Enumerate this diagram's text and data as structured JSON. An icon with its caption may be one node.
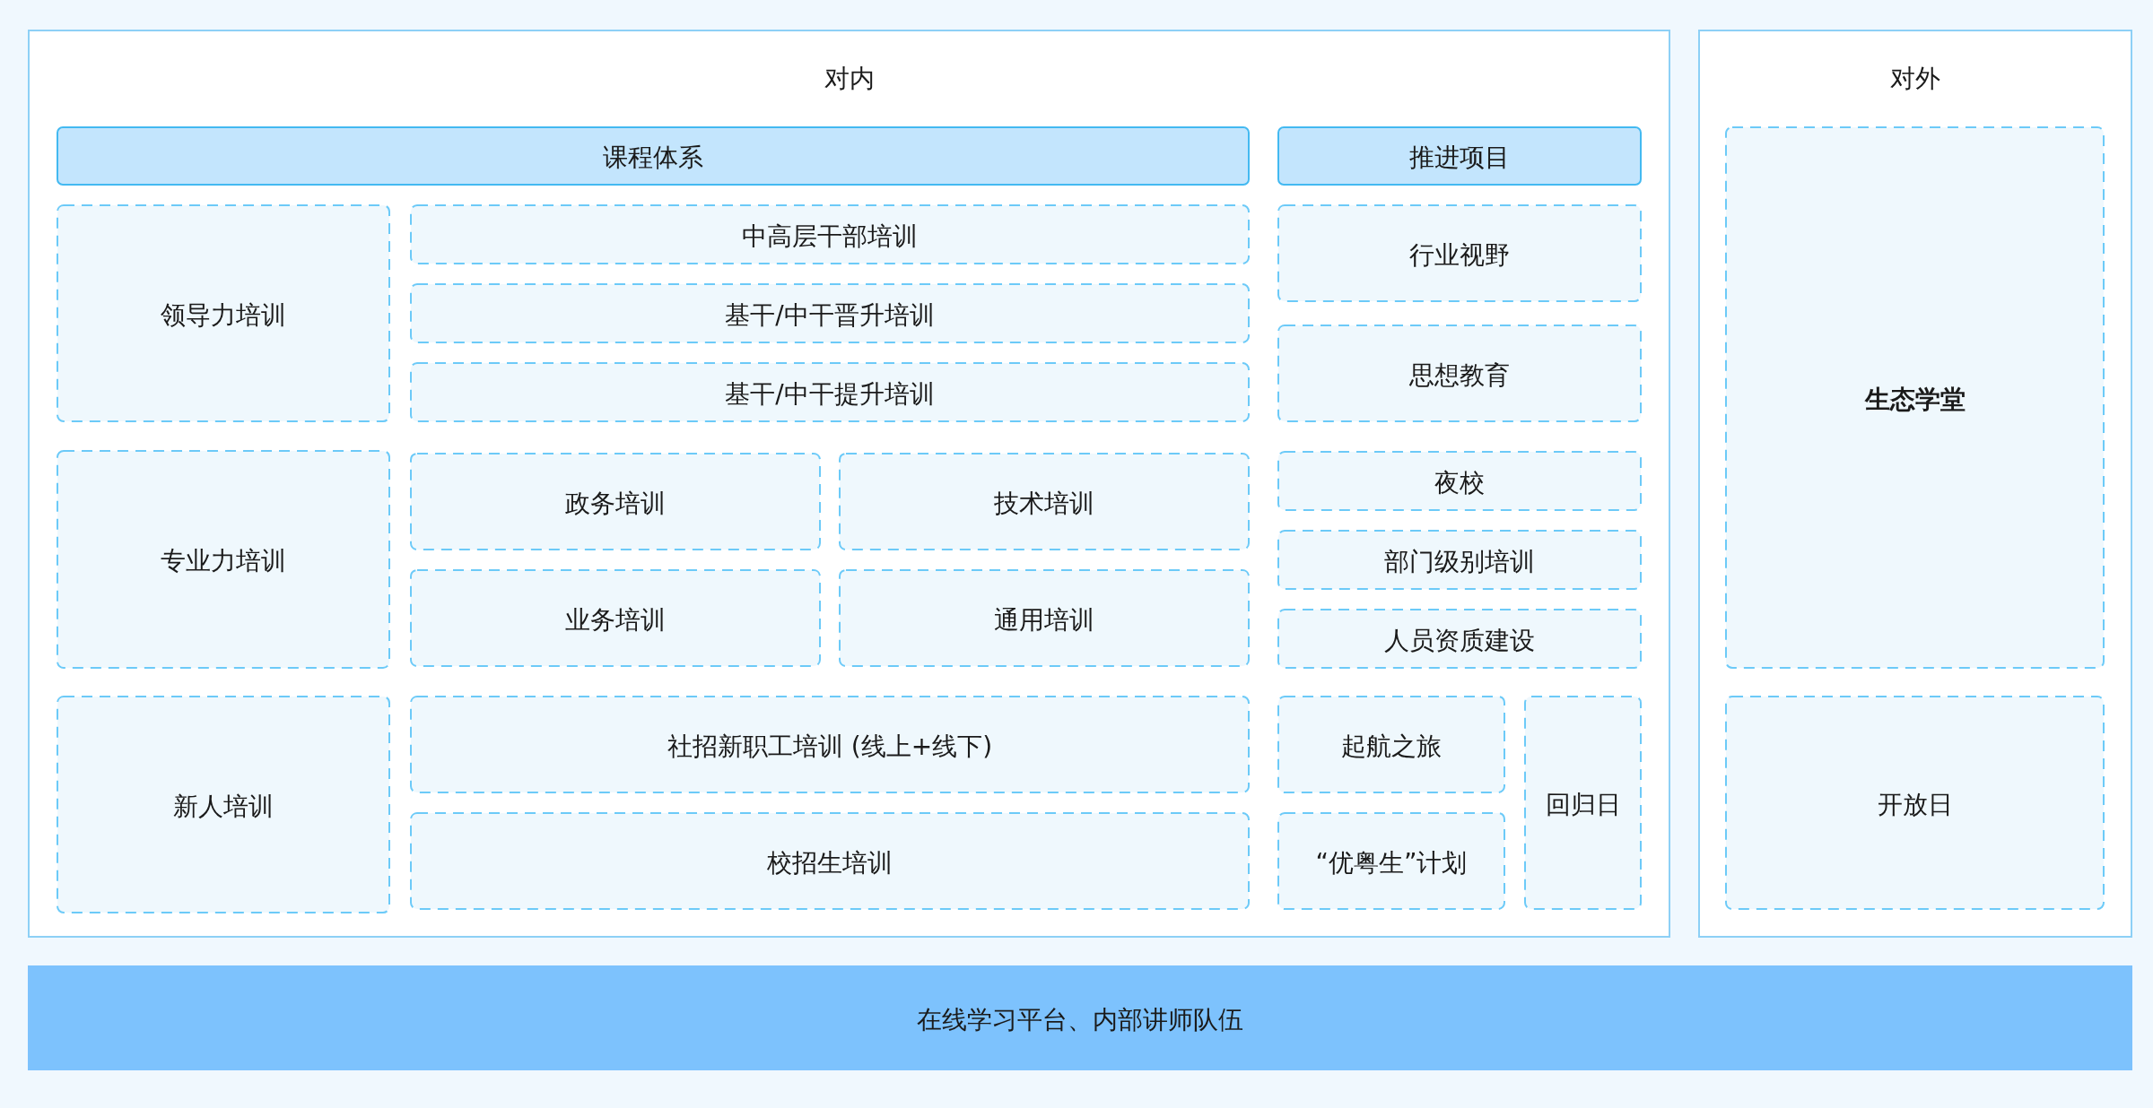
{
  "diagram": {
    "nodes": [
      {
        "text": [
          "对内"
        ]
      },
      {
        "text": [
          "课程体系"
        ],
        "in": 0
      },
      {
        "text": [
          "领导力培训"
        ],
        "in": 0
      },
      {
        "text": [
          "中高层干部培训"
        ],
        "in": 0
      },
      {
        "text": [
          "基干/中干晋升培训"
        ],
        "in": 0
      },
      {
        "text": [
          "基干/中干提升培训"
        ],
        "in": 0
      },
      {
        "text": [
          "专业力培训"
        ],
        "in": 0
      },
      {
        "text": [
          "政务培训"
        ],
        "in": 0
      },
      {
        "text": [
          "技术培训"
        ],
        "in": 0
      },
      {
        "text": [
          "业务培训"
        ],
        "in": 0
      },
      {
        "text": [
          "通用培训"
        ],
        "in": 0
      },
      {
        "text": [
          "新人培训"
        ],
        "in": 0
      },
      {
        "text": [
          "社招新职工培训 (线上+线下)"
        ],
        "in": 0
      },
      {
        "text": [
          "校招生培训"
        ],
        "in": 0
      },
      {
        "text": [
          "推进项目"
        ],
        "in": 0
      },
      {
        "text": [
          "行业视野"
        ],
        "in": 0
      },
      {
        "text": [
          "思想教育"
        ],
        "in": 0
      },
      {
        "text": [
          "夜校"
        ],
        "in": 0
      },
      {
        "text": [
          "部门级别培训"
        ],
        "in": 0
      },
      {
        "text": [
          "人员资质建设"
        ],
        "in": 0
      },
      {
        "text": [
          "起航之旅"
        ],
        "in": 0
      },
      {
        "text": [
          "“优粤生”计划"
        ],
        "in": 0
      },
      {
        "text": [
          "回归日"
        ],
        "in": 0
      },
      {
        "text": [
          "对外"
        ]
      },
      {
        "text": [
          "生态学堂"
        ],
        "in": 23
      },
      {
        "text": [
          "开放日"
        ],
        "in": 23
      },
      {
        "text": [
          "在线学习平台、内部讲师队伍"
        ]
      }
    ]
  }
}
